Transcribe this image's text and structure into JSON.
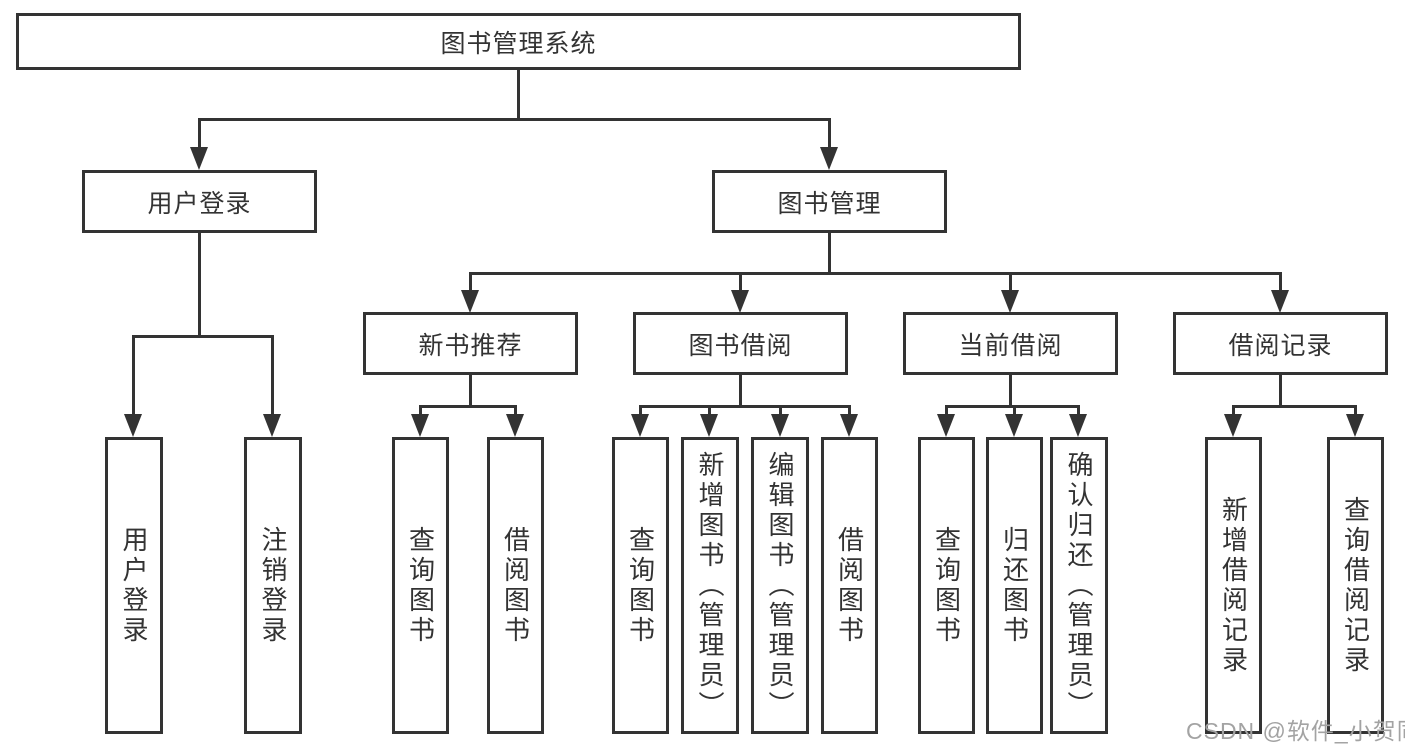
{
  "colors": {
    "line": "#333333",
    "node_border": "#333333",
    "node_fill": "#ffffff",
    "text": "#333333",
    "background": "#ffffff",
    "watermark_text_color": "#a3a3a3"
  },
  "tree": {
    "label": "图书管理系统",
    "children": [
      {
        "label": "用户登录",
        "children": [
          {
            "label": "用户登录"
          },
          {
            "label": "注销登录"
          }
        ]
      },
      {
        "label": "图书管理",
        "children": [
          {
            "label": "新书推荐",
            "children": [
              {
                "label": "查询图书"
              },
              {
                "label": "借阅图书"
              }
            ]
          },
          {
            "label": "图书借阅",
            "children": [
              {
                "label": "查询图书"
              },
              {
                "label": "新增图书（管理员）"
              },
              {
                "label": "编辑图书（管理员）"
              },
              {
                "label": "借阅图书"
              }
            ]
          },
          {
            "label": "当前借阅",
            "children": [
              {
                "label": "查询图书"
              },
              {
                "label": "归还图书"
              },
              {
                "label": "确认归还（管理员）"
              }
            ]
          },
          {
            "label": "借阅记录",
            "children": [
              {
                "label": "新增借阅记录"
              },
              {
                "label": "查询借阅记录"
              }
            ]
          }
        ]
      }
    ]
  },
  "watermark": {
    "text": "CSDN @软件_小贺同学"
  }
}
